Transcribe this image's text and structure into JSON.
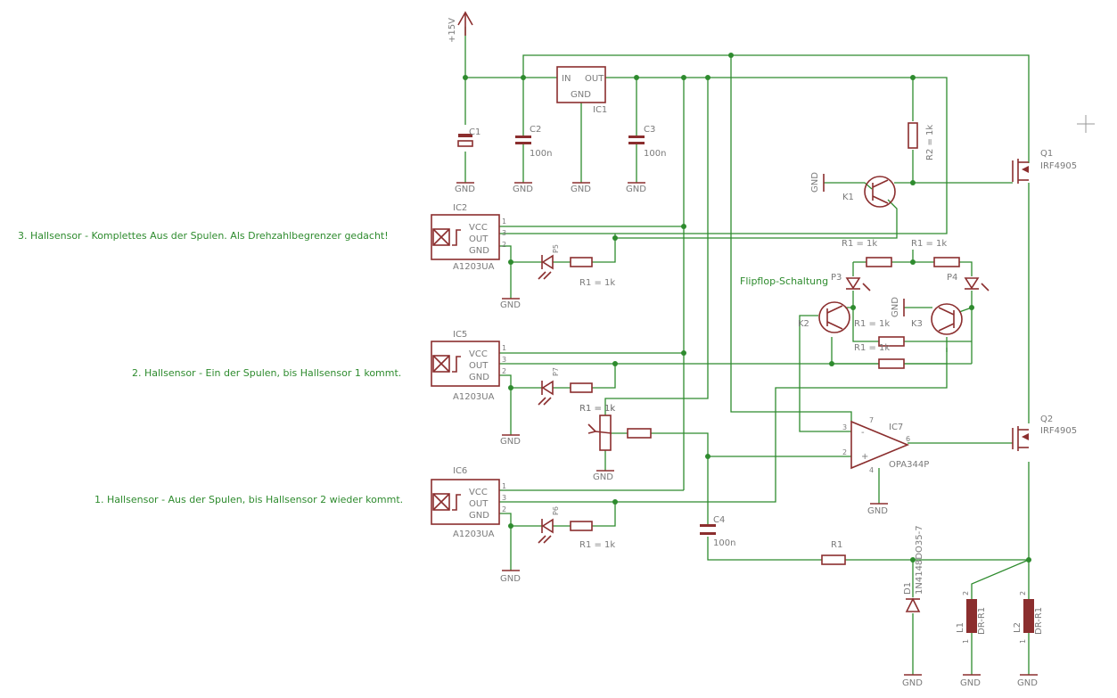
{
  "supply": "+15V",
  "gnd": "GND",
  "regulator": {
    "name": "IC1",
    "pin_in": "IN",
    "pin_out": "OUT",
    "pin_gnd": "GND"
  },
  "caps": [
    {
      "name": "C1",
      "value": ""
    },
    {
      "name": "C2",
      "value": "100n"
    },
    {
      "name": "C3",
      "value": "100n"
    },
    {
      "name": "C4",
      "value": "100n"
    }
  ],
  "hall": {
    "chip": "A1203UA",
    "pin_vcc": "VCC",
    "pin_out": "OUT",
    "pin_gnd": "GND",
    "pins": [
      "1",
      "3",
      "2"
    ],
    "units": [
      "IC2",
      "IC5",
      "IC6"
    ]
  },
  "notes": [
    "3. Hallsensor - Komplettes Aus der Spulen. Als Drehzahlbegrenzer gedacht!",
    "2. Hallsensor - Ein der Spulen, bis Hallsensor 1 kommt.",
    "1. Hallsensor - Aus der Spulen, bis Hallsensor 2 wieder kommt.",
    "Flipflop-Schaltung"
  ],
  "leds": [
    "P5",
    "P7",
    "P6",
    "P3",
    "P4"
  ],
  "resistors": {
    "r1k": "R1 = 1k",
    "r2": "R2 = 1k",
    "r1": "R1"
  },
  "transistors": [
    "K1",
    "K2",
    "K3"
  ],
  "mosfets": [
    {
      "name": "Q1",
      "type": "IRF4905"
    },
    {
      "name": "Q2",
      "type": "IRF4905"
    }
  ],
  "opamp": {
    "name": "IC7",
    "type": "OPA344P",
    "pins": [
      "3",
      "2",
      "6",
      "7",
      "4"
    ]
  },
  "diode": {
    "name": "D1",
    "type": "1N4148DO35-7"
  },
  "coils": [
    {
      "name": "L1",
      "type": "DR-R1"
    },
    {
      "name": "L2",
      "type": "DR-R1"
    }
  ],
  "coil_pins": [
    "2",
    "1"
  ]
}
